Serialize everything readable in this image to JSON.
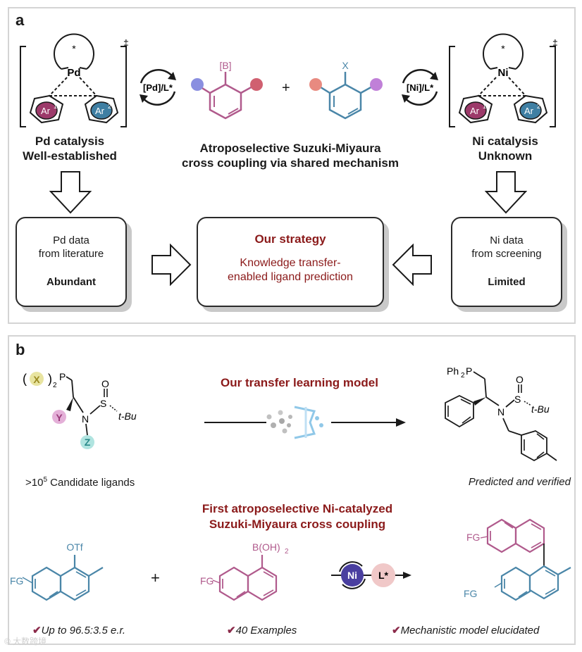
{
  "panel_a": {
    "label": "a",
    "pd_complex": {
      "metal": "Pd",
      "star": "*",
      "dagger": "‡",
      "ar1": "Ar",
      "ar1_sup": "1",
      "ar2": "Ar",
      "ar2_sup": "2"
    },
    "ni_complex": {
      "metal": "Ni",
      "star": "*",
      "dagger": "‡",
      "ar1": "Ar",
      "ar1_sup": "1",
      "ar2": "Ar",
      "ar2_sup": "2"
    },
    "pd_cycle_label": "[Pd]/L*",
    "ni_cycle_label": "[Ni]/L*",
    "boron_label": "[B]",
    "halide_label": "X",
    "plus": "+",
    "pd_caption_1": "Pd catalysis",
    "pd_caption_2": "Well-established",
    "center_caption_1": "Atroposelective Suzuki-Miyaura",
    "center_caption_2": "cross coupling via shared mechanism",
    "ni_caption_1": "Ni catalysis",
    "ni_caption_2": "Unknown",
    "pd_box": {
      "line1": "Pd data",
      "line2": "from literature",
      "status": "Abundant"
    },
    "strategy_box": {
      "title": "Our strategy",
      "line1": "Knowledge transfer-",
      "line2": "enabled ligand prediction"
    },
    "ni_box": {
      "line1": "Ni data",
      "line2": "from screening",
      "status": "Limited"
    }
  },
  "panel_b": {
    "label": "b",
    "ligand_sub_x": "X",
    "ligand_sub_y": "Y",
    "ligand_sub_z": "Z",
    "ligand_p": "P",
    "ligand_n": "N",
    "ligand_s": "S",
    "ligand_o": "O",
    "ligand_tbu": "t-Bu",
    "ligand_2": "2",
    "candidates_text": ">10",
    "candidates_sup": "5",
    "candidates_suffix": " Candidate ligands",
    "model_title": "Our transfer learning model",
    "predicted_text": "Predicted and verified",
    "pred_ph2p": "Ph",
    "pred_ph2p_sub": "2",
    "pred_ph2p_p": "P",
    "pred_n": "N",
    "pred_s": "S",
    "pred_o": "O",
    "pred_tbu": "t-Bu",
    "reaction_title_1": "First atroposelective Ni-catalyzed",
    "reaction_title_2": "Suzuki-Miyaura cross coupling",
    "otf": "OTf",
    "boronic": "B(OH)",
    "boronic_sub": "2",
    "fg": "FG",
    "plus": "+",
    "ni_badge": "Ni",
    "l_badge": "L*",
    "result_1": "Up to 96.5:3.5 e.r.",
    "result_2": "40 Examples",
    "result_3": "Mechanistic model elucidated",
    "watermark": "© 大数跨境"
  },
  "colors": {
    "dark_red": "#8b1a1a",
    "magenta": "#b05a8c",
    "steel_blue": "#4a86a8",
    "ar1_fill": "#9c3a6a",
    "ar2_fill": "#3f7fa3",
    "ni_badge": "#4a3fa0",
    "check": "#8b2a4a"
  }
}
